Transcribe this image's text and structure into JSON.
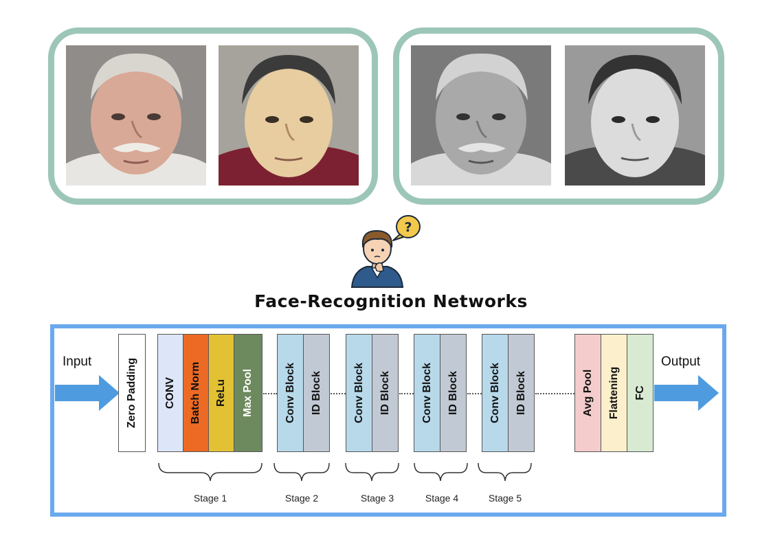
{
  "title": "Face-Recognition Networks",
  "io": {
    "input": "Input",
    "output": "Output"
  },
  "blocks": {
    "zero_padding": "Zero Padding",
    "conv": "CONV",
    "batch_norm": "Batch Norm",
    "relu": "ReLu",
    "max_pool": "Max Pool",
    "conv_block": "Conv Block",
    "id_block": "ID Block",
    "avg_pool": "Avg Pool",
    "flattening": "Flattening",
    "fc": "FC"
  },
  "stages": [
    "Stage 1",
    "Stage 2",
    "Stage 3",
    "Stage 4",
    "Stage 5"
  ],
  "colors": {
    "frame": "#9cc6b8",
    "net_border": "#6aa9ee",
    "arrow": "#4f9be0",
    "conv": "#dde6f8",
    "batch_norm": "#ec6a24",
    "relu": "#e2c234",
    "max_pool": "#6d8a5e",
    "conv_block": "#b7d9ea",
    "id_block": "#c1c9d4",
    "avg_pool": "#f4cccc",
    "flattening": "#fcf0cc",
    "fc": "#d8ebd2"
  },
  "icons": [
    "thinking-person-icon",
    "question-bubble-icon",
    "arrow-right-icon"
  ]
}
